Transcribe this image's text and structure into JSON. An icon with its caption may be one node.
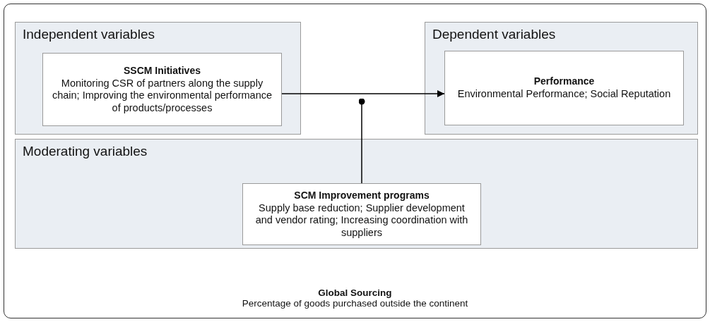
{
  "diagram": {
    "nodes": [
      {
        "text": [
          "Global Sourcing",
          "Percentage of goods purchased outside the continent"
        ]
      },
      {
        "text": [
          "Independent variables"
        ],
        "in": 0
      },
      {
        "text": [
          "SSCM Initiatives",
          "Monitoring CSR of partners along the supply chain; Improving the environmental performance of products/processes"
        ],
        "in": 1
      },
      {
        "text": [
          "Dependent variables"
        ],
        "in": 0
      },
      {
        "text": [
          "Performance",
          "Environmental Performance; Social Reputation"
        ],
        "in": 3
      },
      {
        "text": [
          "Moderating variables"
        ],
        "in": 0
      },
      {
        "text": [
          "SCM Improvement programs",
          "Supply base reduction; Supplier development and vendor rating; Increasing coordination with suppliers"
        ],
        "in": 5
      }
    ],
    "edges": [
      {
        "from": 2,
        "to": 4,
        "arrow": "to"
      },
      {
        "from": 6,
        "to": null,
        "arrow": "other"
      }
    ]
  }
}
